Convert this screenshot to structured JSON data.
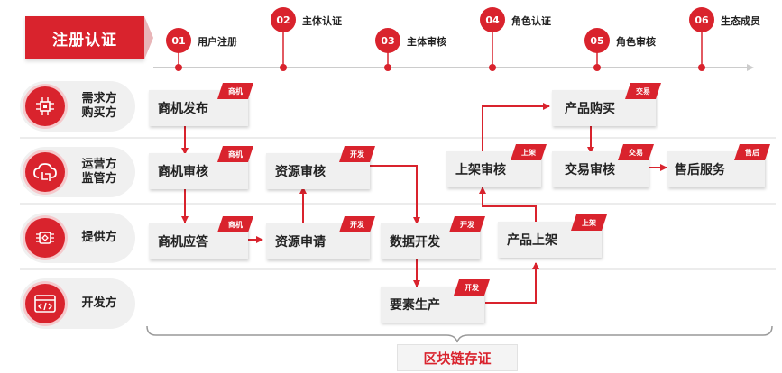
{
  "registration": {
    "label": "注册认证"
  },
  "steps": [
    {
      "num": "01",
      "label": "用户注册"
    },
    {
      "num": "02",
      "label": "主体认证"
    },
    {
      "num": "03",
      "label": "主体审核"
    },
    {
      "num": "04",
      "label": "角色认证"
    },
    {
      "num": "05",
      "label": "角色审核"
    },
    {
      "num": "06",
      "label": "生态成员"
    }
  ],
  "roles": [
    {
      "line1": "需求方",
      "line2": "购买方",
      "icon": "chip-icon"
    },
    {
      "line1": "运营方",
      "line2": "监管方",
      "icon": "cloud-icon"
    },
    {
      "line1": "提供方",
      "line2": "",
      "icon": "circuit-chip-icon"
    },
    {
      "line1": "开发方",
      "line2": "",
      "icon": "code-window-icon"
    }
  ],
  "nodes": {
    "opp_publish": {
      "label": "商机发布",
      "tag": "商机"
    },
    "opp_review": {
      "label": "商机审核",
      "tag": "商机"
    },
    "opp_respond": {
      "label": "商机应答",
      "tag": "商机"
    },
    "res_review": {
      "label": "资源审核",
      "tag": "开发"
    },
    "res_apply": {
      "label": "资源申请",
      "tag": "开发"
    },
    "data_dev": {
      "label": "数据开发",
      "tag": "开发"
    },
    "element_prod": {
      "label": "要素生产",
      "tag": "开发"
    },
    "listing_review": {
      "label": "上架审核",
      "tag": "上架"
    },
    "product_listing": {
      "label": "产品上架",
      "tag": "上架"
    },
    "product_purchase": {
      "label": "产品购买",
      "tag": "交易"
    },
    "trade_review": {
      "label": "交易审核",
      "tag": "交易"
    },
    "after_sales": {
      "label": "售后服务",
      "tag": "售后"
    }
  },
  "blockchain": {
    "label": "区块链存证"
  },
  "colors": {
    "accent": "#d9232d",
    "node_bg": "#f0f0f0",
    "divider": "#d9d9d9",
    "timeline": "#cccccc"
  }
}
